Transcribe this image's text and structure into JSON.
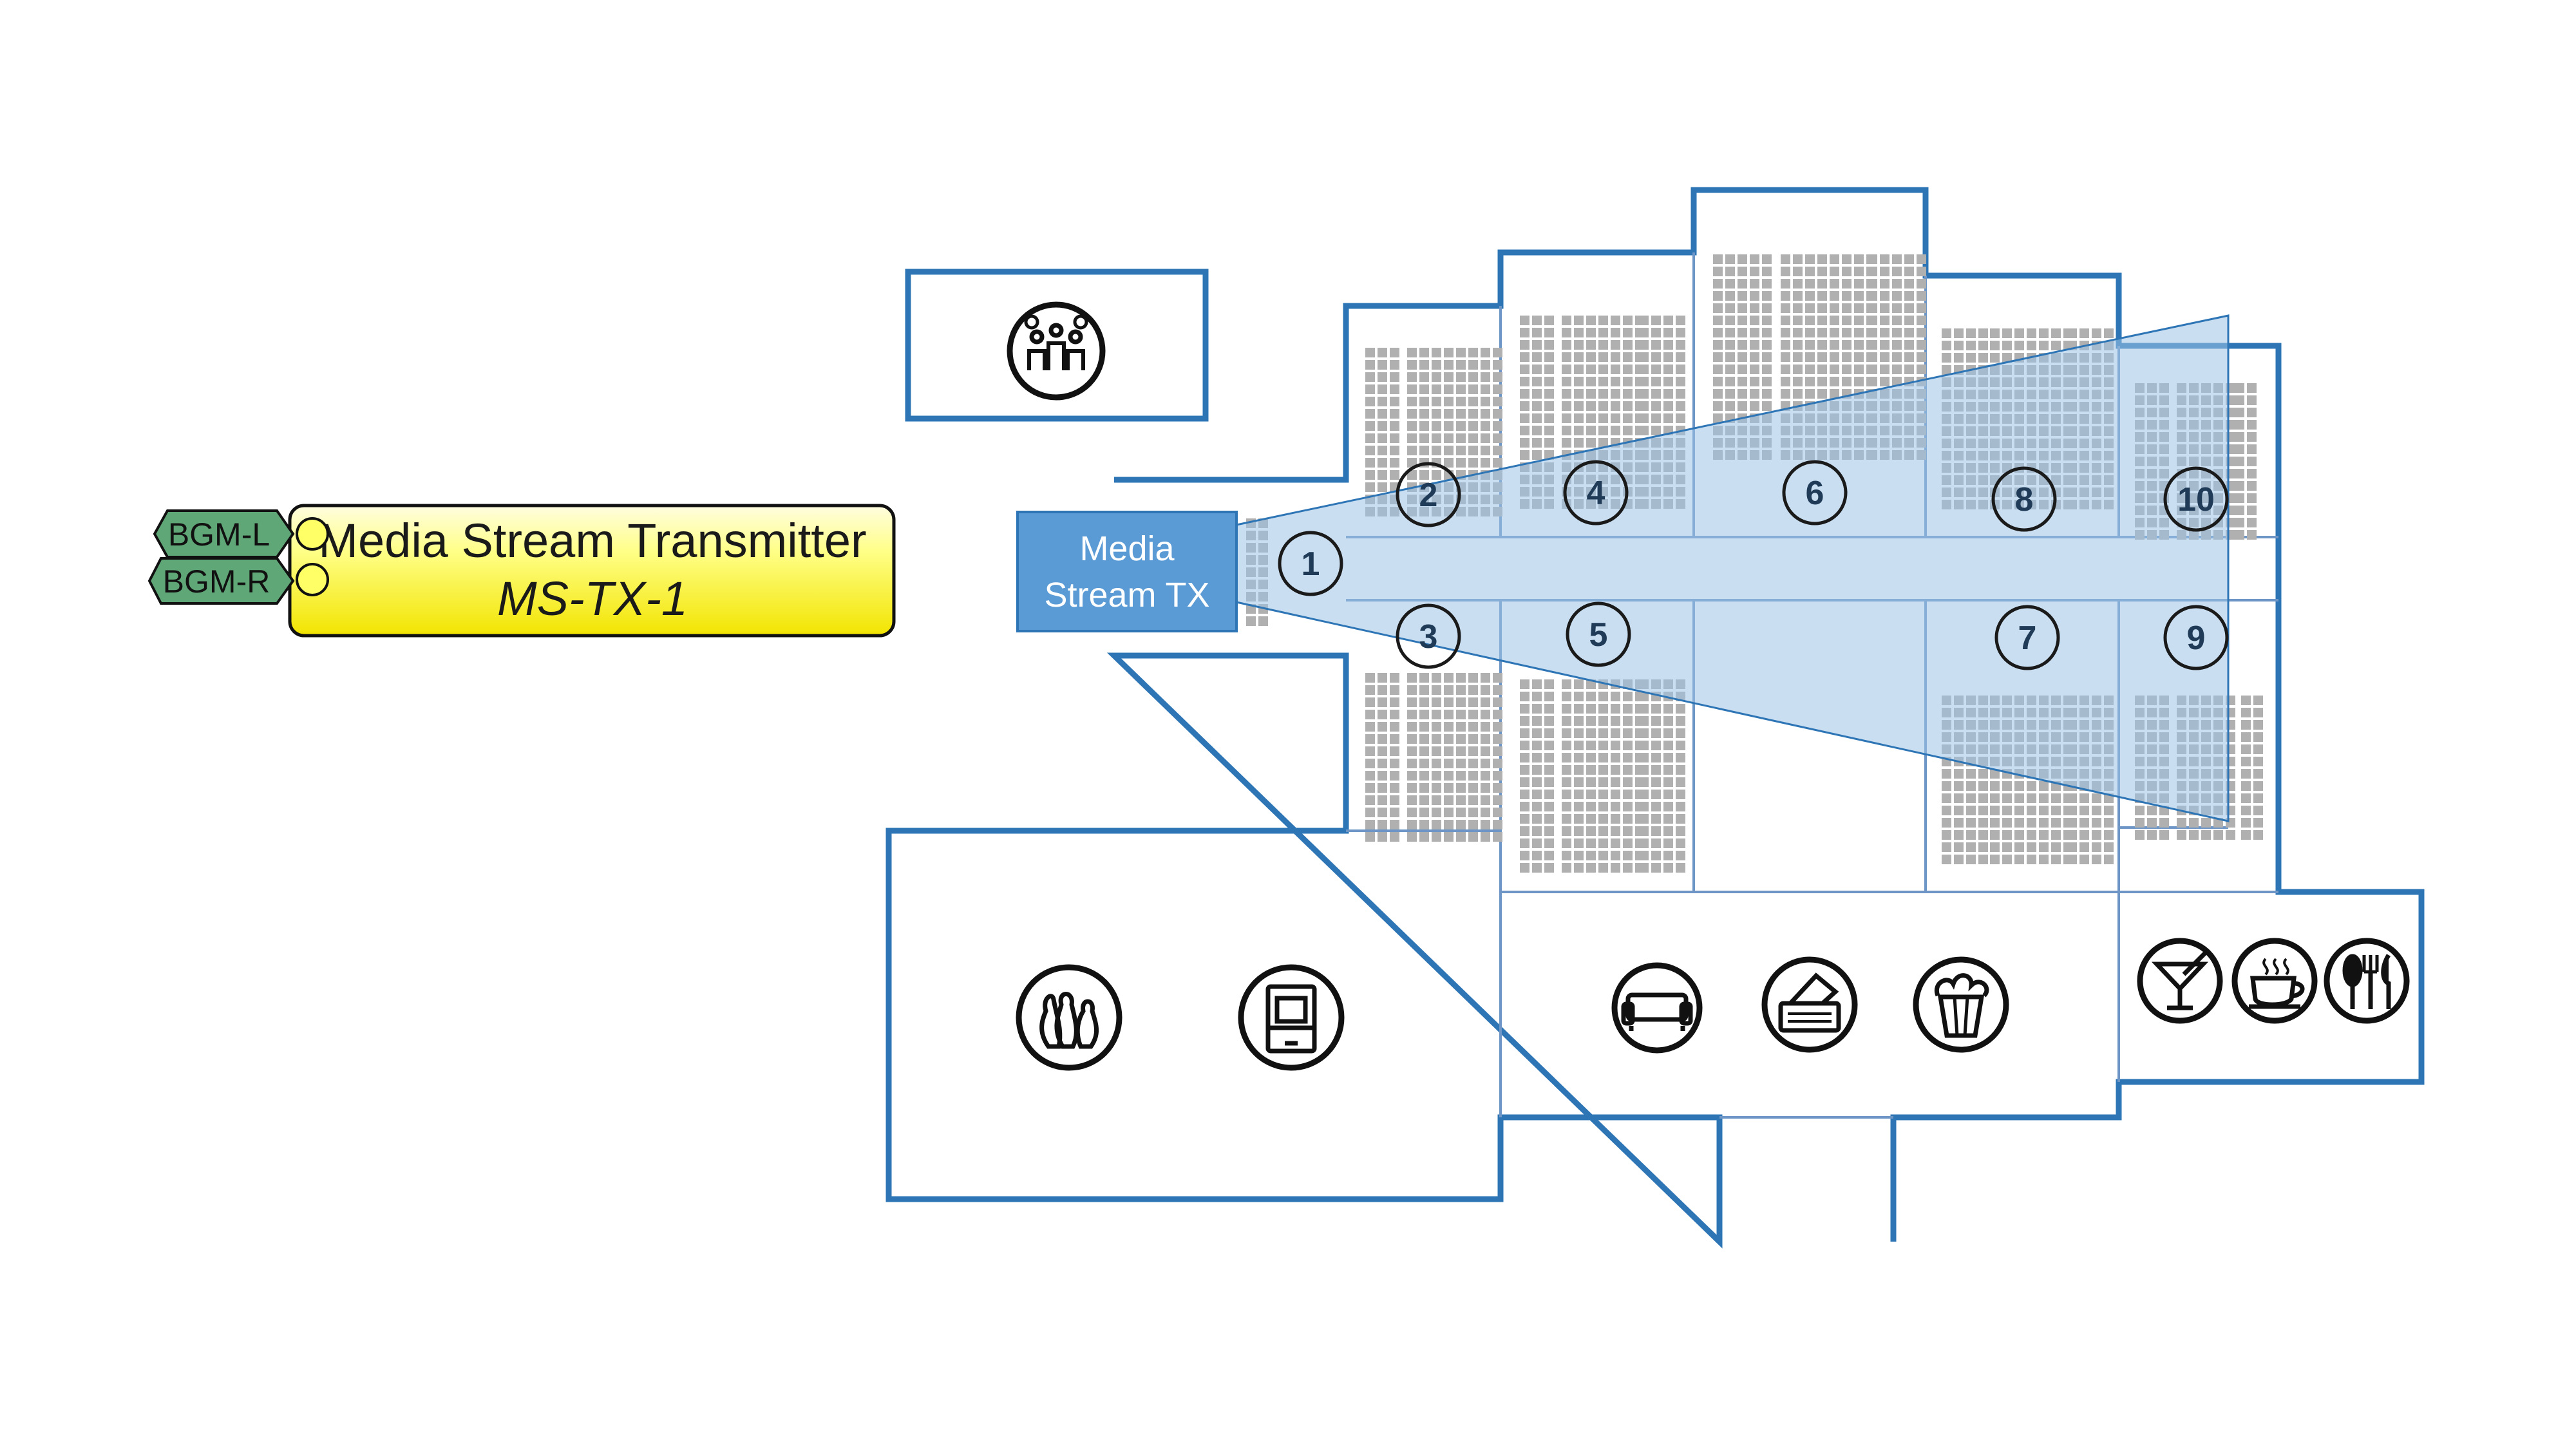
{
  "colors": {
    "wall": "#2e75b6",
    "room_line": "#6d95c6",
    "seat": "#b0b0b0",
    "beam_fill": "#9dc3e6",
    "tx_box": "#5b9bd5",
    "badge_green": "#5fa777",
    "block_yellow": "#ffff66",
    "text_dark": "#1a1a1a"
  },
  "transmitter_block": {
    "title": "Media Stream Transmitter",
    "subtitle": "MS-TX-1",
    "inputs": [
      {
        "label": "BGM-L"
      },
      {
        "label": "BGM-R"
      }
    ]
  },
  "tx_box": {
    "line1": "Media",
    "line2": "Stream TX"
  },
  "zones": [
    {
      "label": "1"
    },
    {
      "label": "2"
    },
    {
      "label": "3"
    },
    {
      "label": "4"
    },
    {
      "label": "5"
    },
    {
      "label": "6"
    },
    {
      "label": "7"
    },
    {
      "label": "8"
    },
    {
      "label": "9"
    },
    {
      "label": "10"
    }
  ],
  "amenity_icons": [
    {
      "icon": "party-people-icon"
    },
    {
      "icon": "bowling-pins-icon"
    },
    {
      "icon": "arcade-machine-icon"
    },
    {
      "icon": "sofa-icon"
    },
    {
      "icon": "ticket-booth-icon"
    },
    {
      "icon": "popcorn-icon"
    },
    {
      "icon": "cocktail-icon"
    },
    {
      "icon": "coffee-cup-icon"
    },
    {
      "icon": "restaurant-cutlery-icon"
    }
  ]
}
